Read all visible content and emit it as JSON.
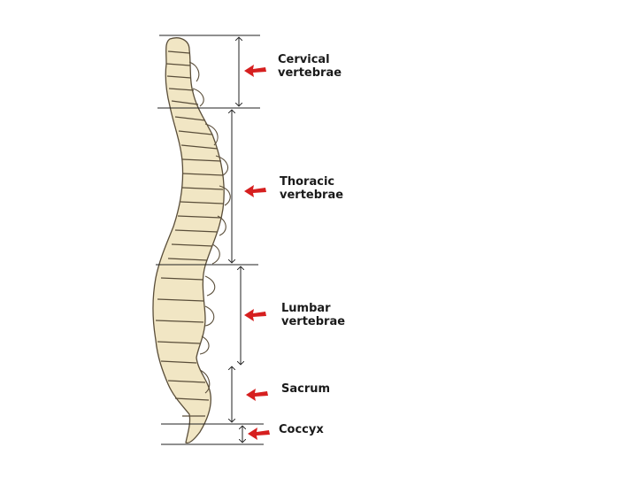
{
  "colors": {
    "bone": "#f1e6c4",
    "bone_outline": "#5a4e3a",
    "arrow": "#d61f1f",
    "line": "#222222"
  },
  "regions": [
    {
      "id": "cervical",
      "line1": "Cervical",
      "line2": "vertebrae"
    },
    {
      "id": "thoracic",
      "line1": "Thoracic",
      "line2": "vertebrae"
    },
    {
      "id": "lumbar",
      "line1": "Lumbar",
      "line2": "vertebrae"
    },
    {
      "id": "sacrum",
      "line1": "Sacrum",
      "line2": ""
    },
    {
      "id": "coccyx",
      "line1": "Coccyx",
      "line2": ""
    }
  ],
  "icons": [
    "red-arrow-icon",
    "spine-illustration"
  ]
}
